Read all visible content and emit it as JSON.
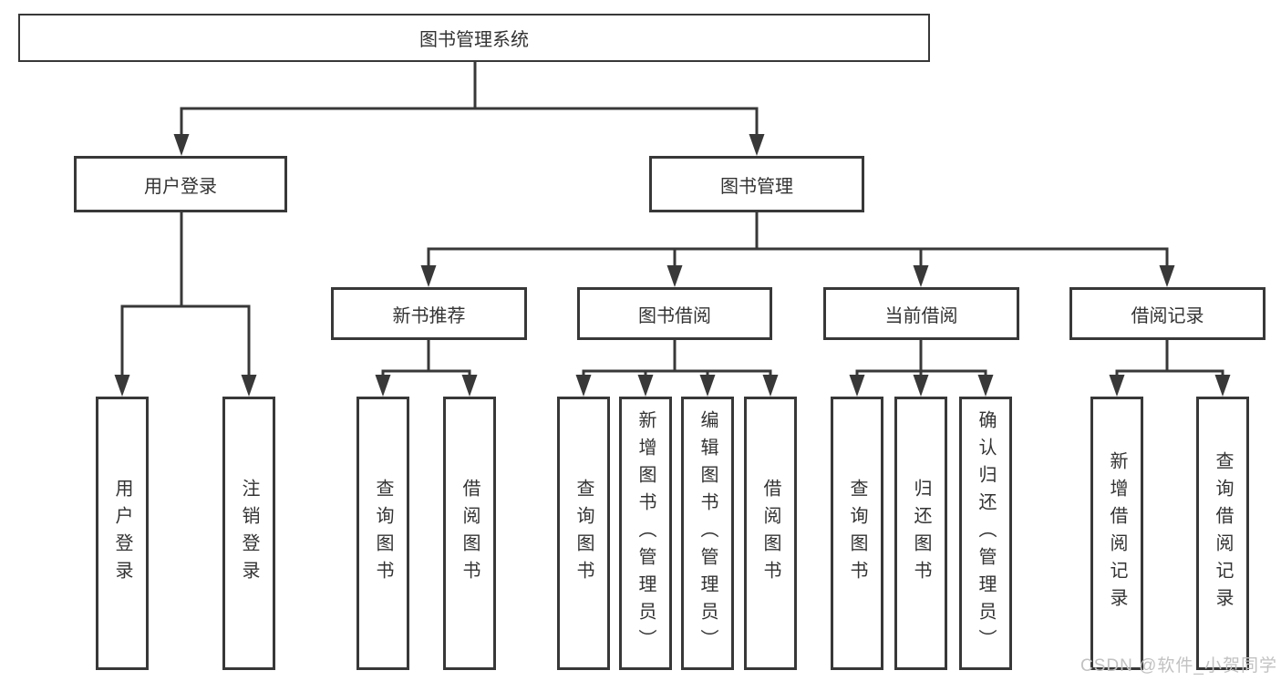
{
  "diagram": {
    "root": {
      "label": "图书管理系统"
    },
    "user_login": {
      "label": "用户登录",
      "leaves": [
        {
          "label": "用户登录"
        },
        {
          "label": "注销登录"
        }
      ]
    },
    "book_management": {
      "label": "图书管理",
      "sections": [
        {
          "label": "新书推荐",
          "leaves": [
            {
              "label": "查询图书"
            },
            {
              "label": "借阅图书"
            }
          ]
        },
        {
          "label": "图书借阅",
          "leaves": [
            {
              "label": "查询图书"
            },
            {
              "label": "新增图书（管理员）"
            },
            {
              "label": "编辑图书（管理员）"
            },
            {
              "label": "借阅图书"
            }
          ]
        },
        {
          "label": "当前借阅",
          "leaves": [
            {
              "label": "查询图书"
            },
            {
              "label": "归还图书"
            },
            {
              "label": "确认归还（管理员）"
            }
          ]
        },
        {
          "label": "借阅记录",
          "leaves": [
            {
              "label": "新增借阅记录"
            },
            {
              "label": "查询借阅记录"
            }
          ]
        }
      ]
    },
    "watermark": "CSDN @软件_小贺同学",
    "colors": {
      "line": "#383838",
      "node_border": "#383838",
      "text": "#333333",
      "watermark": "#c2c2c2",
      "background": "#ffffff"
    }
  }
}
